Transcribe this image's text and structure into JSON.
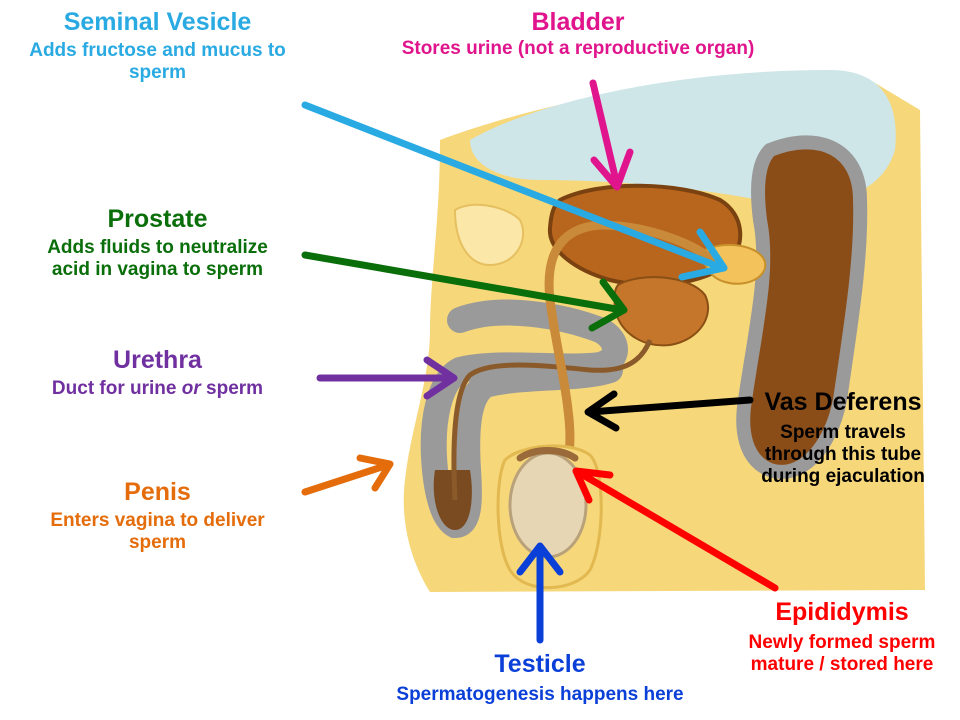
{
  "colors": {
    "seminal_vesicle": "#29aae2",
    "bladder": "#e0148c",
    "prostate": "#0a6e0a",
    "urethra": "#7030a0",
    "penis": "#e46c0a",
    "vas_deferens": "#000000",
    "epididymis": "#ff0000",
    "testicle": "#0a3fd8"
  },
  "labels": {
    "seminal_vesicle": {
      "title": "Seminal Vesicle",
      "desc": "Adds fructose and mucus to sperm"
    },
    "bladder": {
      "title": "Bladder",
      "desc": "Stores urine (not a reproductive organ)"
    },
    "prostate": {
      "title": "Prostate",
      "desc": "Adds fluids to neutralize acid in vagina to sperm"
    },
    "urethra": {
      "title": "Urethra",
      "desc_before": "Duct for urine ",
      "desc_em": "or",
      "desc_after": " sperm"
    },
    "penis": {
      "title": "Penis",
      "desc": "Enters vagina to deliver sperm"
    },
    "vas_deferens": {
      "title": "Vas Deferens",
      "desc": "Sperm travels through this tube during ejaculation"
    },
    "epididymis": {
      "title": "Epididymis",
      "desc": "Newly formed sperm mature / stored here"
    },
    "testicle": {
      "title": "Testicle",
      "desc": "Spermatogenesis happens here"
    }
  },
  "icons": {
    "arrow": "arrow-icon"
  }
}
